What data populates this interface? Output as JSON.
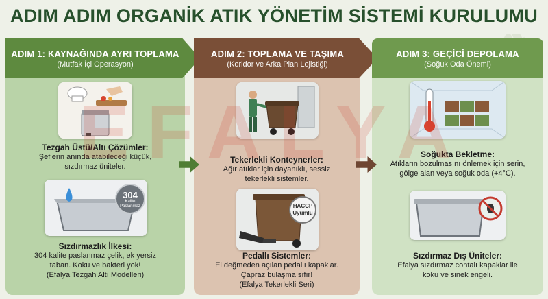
{
  "header": {
    "title": "ADIM ADIM ORGANİK ATIK YÖNETİM SİSTEMİ KURULUMU",
    "watermark": "EFALYA"
  },
  "steps": [
    {
      "title": "ADIM 1: KAYNAĞINDA AYRI TOPLAMA",
      "subtitle": "(Mutfak İçi Operasyon)",
      "items": [
        {
          "icon": "chef-bin-icon",
          "title": "Tezgah Üstü/Altı Çözümler:",
          "lines": [
            "Şeflerin anında atabileceği küçük,",
            "sızdırmaz üniteler."
          ]
        },
        {
          "icon": "steel-container-icon",
          "badge_value": "304",
          "badge_text": "Kalite Paslanmaz",
          "title": "Sızdırmazlık İlkesi:",
          "lines": [
            "304 kalite paslanmaz çelik, ek yersiz",
            "taban. Koku ve bakteri yok!",
            "(Efalya Tezgah Altı Modelleri)"
          ]
        }
      ]
    },
    {
      "title": "ADIM 2: TOPLAMA VE TAŞIMA",
      "subtitle": "(Koridor ve Arka Plan Lojistiği)",
      "items": [
        {
          "icon": "wheeled-bin-icon",
          "title": "Tekerlekli Konteynerler:",
          "lines": [
            "Ağır atıklar için dayanıklı, sessiz",
            "tekerlekli sistemler."
          ]
        },
        {
          "icon": "pedal-bin-icon",
          "badge_text": "HACCP Uyumlu",
          "title": "Pedallı Sistemler:",
          "lines": [
            "El değmeden açılan pedallı kapaklar.",
            "Çapraz bulaşma sıfır!",
            "(Efalya Tekerlekli Seri)"
          ]
        }
      ]
    },
    {
      "title": "ADIM 3: GEÇİCİ DEPOLAMA",
      "subtitle": "(Soğuk Oda Önemi)",
      "items": [
        {
          "icon": "cold-room-icon",
          "title": "Soğukta Bekletme:",
          "lines": [
            "Atıkların bozulmasını önlemek için serin,",
            "gölge alan veya soğuk oda (+4°C)."
          ]
        },
        {
          "icon": "sealed-lid-icon",
          "title": "Sızdırmaz Dış Üniteler:",
          "lines": [
            "Efalya sızdırmaz contalı kapaklar ile",
            "koku ve sinek engeli."
          ]
        }
      ]
    }
  ],
  "colors": {
    "step1": "#5e8a3f",
    "step2": "#7a4f37",
    "step3": "#6f9a4e",
    "title": "#27502c"
  }
}
